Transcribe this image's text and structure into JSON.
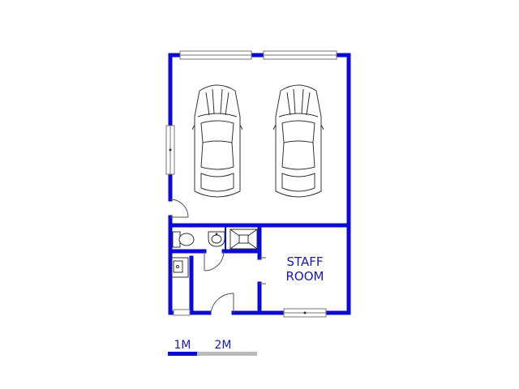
{
  "colors": {
    "wall": "#0a0ad0",
    "label": "#1a1aa8",
    "fixture": "#333333",
    "window": "#777777",
    "scale_dark": "#0a0ad0",
    "scale_light": "#bbbbbb"
  },
  "rooms": {
    "staff_room_line1": "STAFF",
    "staff_room_line2": "ROOM"
  },
  "scale": {
    "label_1": "1M",
    "label_2": "2M"
  },
  "icons": [
    "car-icon",
    "toilet-icon",
    "basin-icon",
    "shower-icon",
    "sink-icon",
    "door-swing-icon",
    "window-icon"
  ]
}
